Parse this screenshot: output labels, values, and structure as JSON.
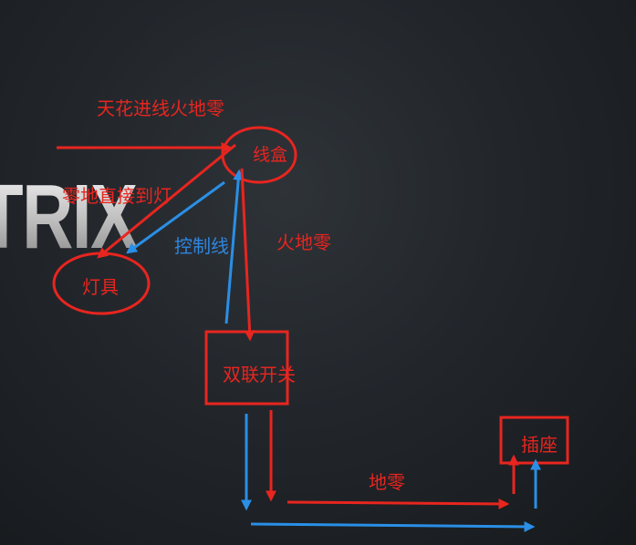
{
  "logo_text": "TRIX",
  "colors": {
    "red": "#e8251f",
    "blue": "#2a8fe6",
    "label_red": "#e8251f",
    "label_blue": "#2f86e0"
  },
  "labels": {
    "ceiling_in": "天花进线火地零",
    "junction_box": "线盒",
    "neutral_ground_direct": "零地直接到灯",
    "control_line": "控制线",
    "live_ground_neutral": "火地零",
    "lamp": "灯具",
    "double_switch": "双联开关",
    "ground_neutral": "地零",
    "socket": "插座"
  },
  "nodes": [
    {
      "id": "junction_box",
      "shape": "ellipse"
    },
    {
      "id": "lamp",
      "shape": "ellipse"
    },
    {
      "id": "double_switch",
      "shape": "rect"
    },
    {
      "id": "socket",
      "shape": "rect"
    }
  ],
  "edges": [
    {
      "from": "ceiling",
      "to": "junction_box",
      "color": "red",
      "label": "天花进线火地零"
    },
    {
      "from": "junction_box",
      "to": "lamp",
      "color": "red",
      "label": "零地直接到灯"
    },
    {
      "from": "junction_box",
      "to": "lamp",
      "color": "blue",
      "label": "控制线"
    },
    {
      "from": "double_switch",
      "to": "junction_box",
      "color": "blue",
      "label": "控制线"
    },
    {
      "from": "junction_box",
      "to": "double_switch",
      "color": "red",
      "label": "火地零"
    },
    {
      "from": "double_switch",
      "to": "socket",
      "color": "red",
      "label": "地零"
    },
    {
      "from": "double_switch",
      "to": "socket",
      "color": "blue",
      "label": ""
    }
  ]
}
